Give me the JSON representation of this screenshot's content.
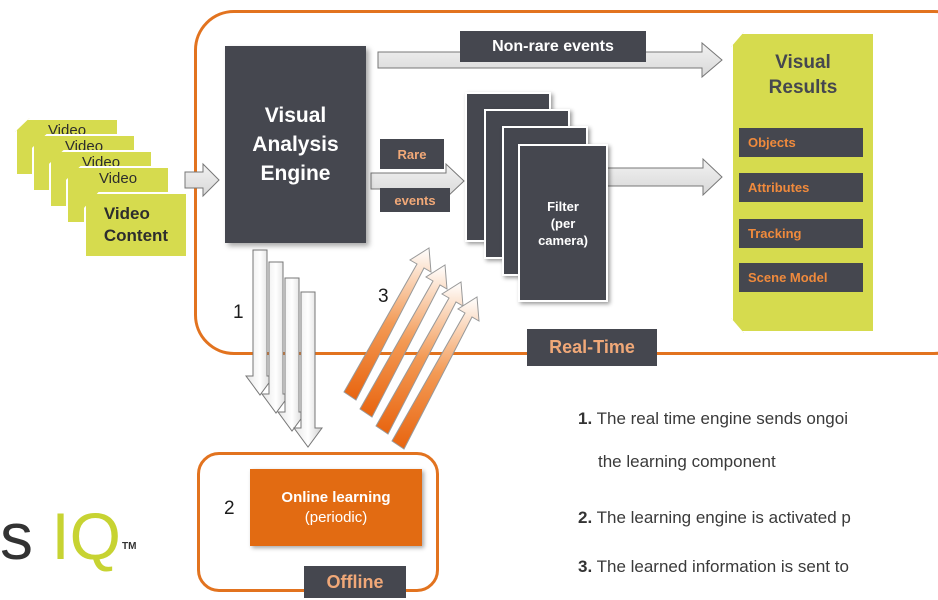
{
  "videos": {
    "back_label_line1": "Video",
    "back_label_line2": "Content",
    "front_label_line1": "Video",
    "front_label_line2": "Content"
  },
  "engine": {
    "line1": "Visual",
    "line2": "Analysis",
    "line3": "Engine"
  },
  "arrows": {
    "non_rare": "Non-rare events",
    "rare_line1": "Rare",
    "rare_line2": "events"
  },
  "filter": {
    "line1": "Filter",
    "line2": "(per",
    "line3": "camera)"
  },
  "visual_results": {
    "title_line1": "Visual",
    "title_line2": "Results",
    "items": [
      "Objects",
      "Attributes",
      "Tracking",
      "Scene Model"
    ]
  },
  "realtime_label": "Real-Time",
  "offline_label": "Offline",
  "online_learning": {
    "title": "Online learning",
    "subtitle": "(periodic)"
  },
  "step_numbers": [
    "1",
    "2",
    "3"
  ],
  "notes": [
    {
      "num": "1.",
      "text": "The real time engine sends ongoi",
      "cont": "the learning component"
    },
    {
      "num": "2.",
      "text": "The learning engine is activated p"
    },
    {
      "num": "3.",
      "text": "The learned information is sent to"
    }
  ],
  "logo": {
    "partial": "s",
    "iq": "IQ",
    "tm": "TM"
  },
  "colors": {
    "orange": "#e2731f",
    "dark": "#45474f",
    "yellow_green": "#d6db4e"
  }
}
